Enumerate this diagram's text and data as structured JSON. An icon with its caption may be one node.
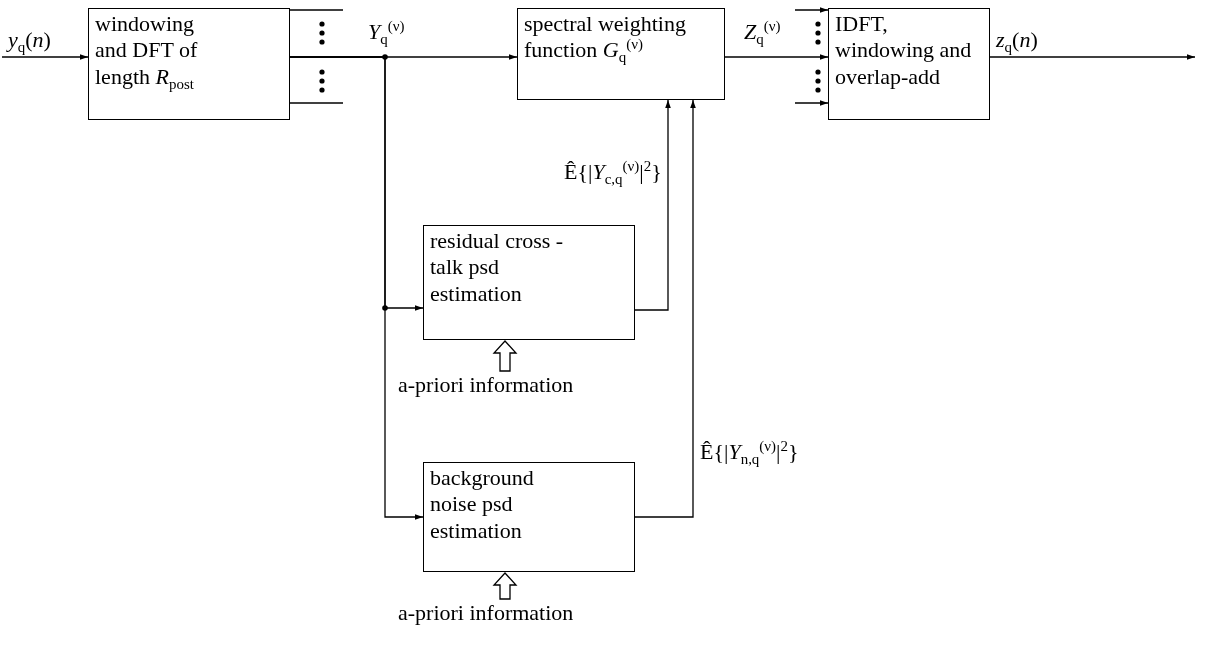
{
  "diagram": {
    "nodes": [
      {
        "text": [
          "windowing and DFT of length *R*$_{post}$"
        ]
      },
      {
        "text": [
          "spectral weighting function *G*$_{q}$$^{(ν)}$"
        ]
      },
      {
        "text": [
          "IDFT, windowing and overlap-add"
        ]
      },
      {
        "text": [
          "residual cross -talk psd estimation"
        ]
      },
      {
        "text": [
          "a-priori information"
        ]
      },
      {
        "text": [
          "background noise psd estimation"
        ]
      },
      {
        "text": [
          "a-priori information"
        ]
      }
    ],
    "edges": [
      {
        "from": null,
        "to": 0,
        "arrow": "to",
        "label": "*y*$_{q}$(*n*)"
      },
      {
        "from": 0,
        "to": 1,
        "arrow": "to",
        "label": "*Y*$_{q}$$^{(ν)}$"
      },
      {
        "from": 0,
        "to": 3,
        "arrow": "to"
      },
      {
        "from": 0,
        "to": 5,
        "arrow": "to"
      },
      {
        "from": 3,
        "to": 1,
        "arrow": "to",
        "label": "Ê{|*Y*$_{c,q}$$^{(ν)}$|$^{2}$}"
      },
      {
        "from": 5,
        "to": 1,
        "arrow": "to",
        "label": "Ê{|*Y*$_{n,q}$$^{(ν)}$|$^{2}$}"
      },
      {
        "from": 1,
        "to": 2,
        "arrow": "to",
        "label": "*Z*$_{q}$$^{(ν)}$"
      },
      {
        "from": 2,
        "to": null,
        "arrow": "to",
        "label": "*z*$_{q}$(*n*)"
      },
      {
        "from": 4,
        "to": 3,
        "arrow": "to",
        "style": "thick"
      },
      {
        "from": 6,
        "to": 5,
        "arrow": "to",
        "style": "thick"
      }
    ]
  }
}
